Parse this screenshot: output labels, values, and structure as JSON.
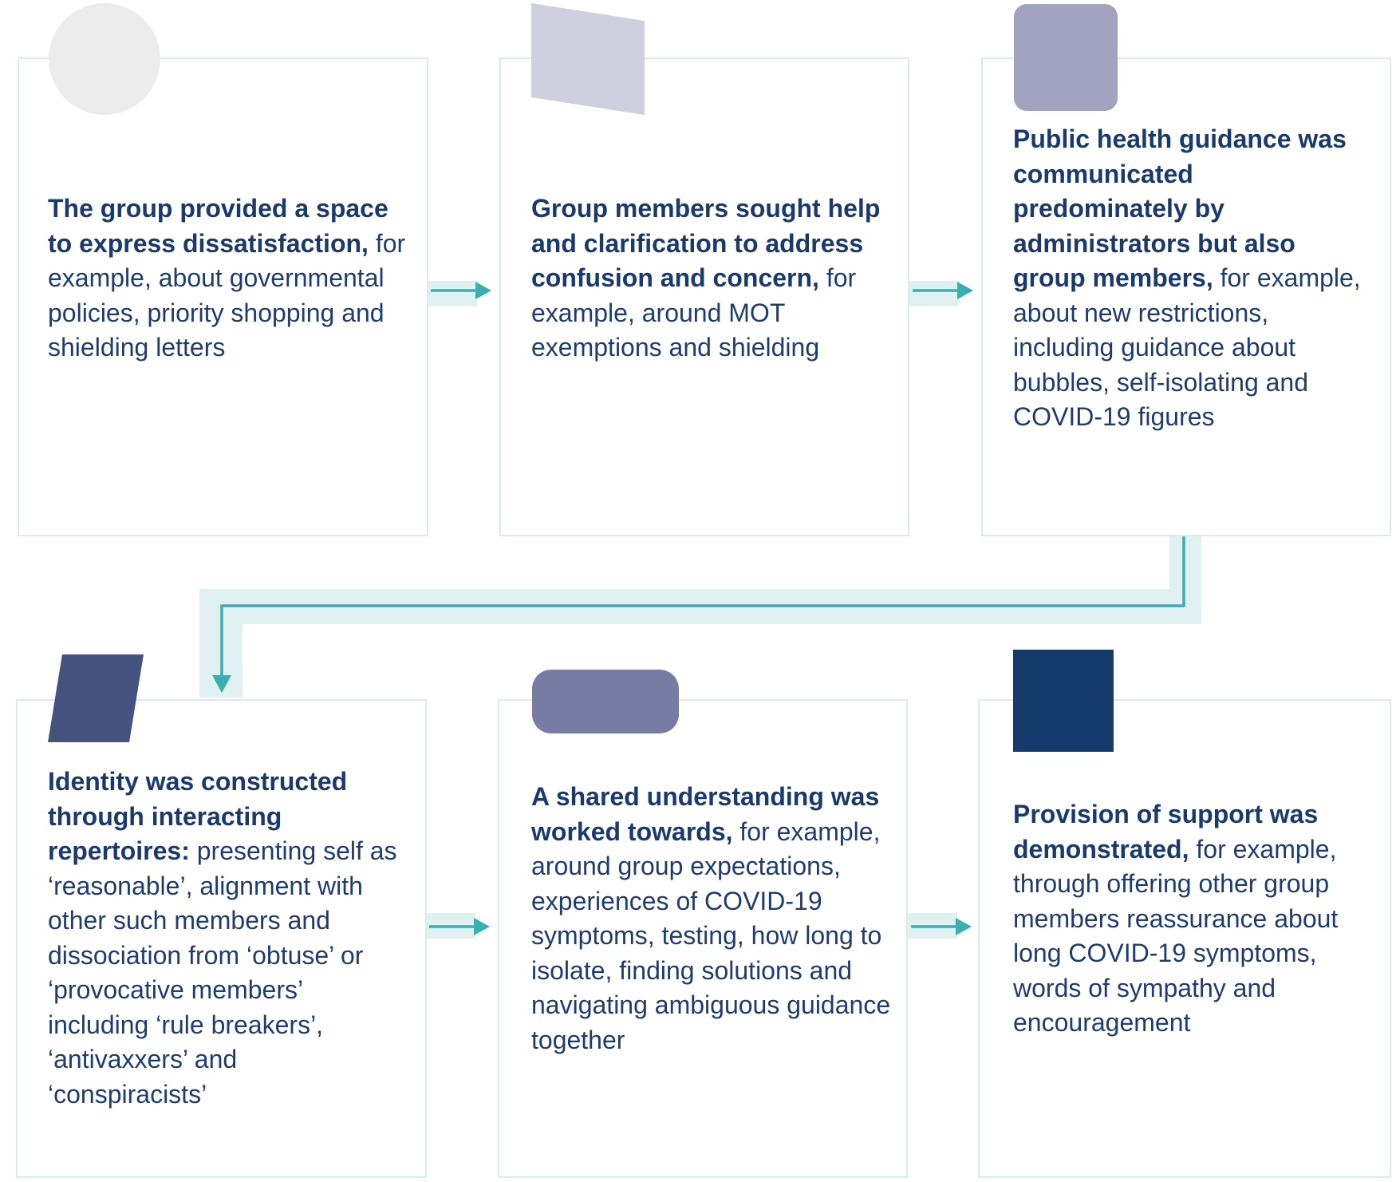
{
  "diagram": {
    "cards": [
      {
        "id": "space-to-express",
        "bold": "The group provided a space to express dissatisfaction,",
        "rest": " for example, about governmental policies, priority shopping and shielding letters",
        "shape": "circle",
        "shape_color": "#ececec"
      },
      {
        "id": "help-and-clarification",
        "bold": "Group members sought help and clarification to address confusion and concern,",
        "rest": " for example, around MOT exemptions and shielding",
        "shape": "slanted-quadrilateral",
        "shape_color": "#cfcfe0"
      },
      {
        "id": "public-health-guidance",
        "bold": "Public health guidance was communicated predominately by administrators but also group members,",
        "rest": " for example, about new restrictions, including guidance about bubbles, self-isolating and COVID-19 figures",
        "shape": "rounded-square",
        "shape_color": "#a2a3bf"
      },
      {
        "id": "identity-constructed",
        "bold": "Identity was constructed through interacting repertoires:",
        "rest": " presenting self as ‘reasonable’, alignment with other such members and dissociation from ‘obtuse’ or ‘provocative members’ including ‘rule breakers’, ‘antivaxxers’ and ‘conspiracists’",
        "shape": "parallelogram",
        "shape_color": "#45517f"
      },
      {
        "id": "shared-understanding",
        "bold": "A shared understanding was worked towards,",
        "rest": " for example, around group expectations, experiences of COVID-19 symptoms, testing, how long to isolate, finding solutions and navigating ambiguous guidance together",
        "shape": "rounded-rectangle",
        "shape_color": "#777ca5"
      },
      {
        "id": "provision-of-support",
        "bold": "Provision of support was demonstrated,",
        "rest": " for example, through offering other group members reassurance about long COVID-19 symptoms, words of sympathy and encouragement",
        "shape": "square",
        "shape_color": "#163a6c"
      }
    ],
    "colors": {
      "card_border": "#d9ebeb",
      "arrow": "#3aaeb1",
      "arrow_band": "#e1f1f1",
      "text": "#1e3c72"
    }
  }
}
